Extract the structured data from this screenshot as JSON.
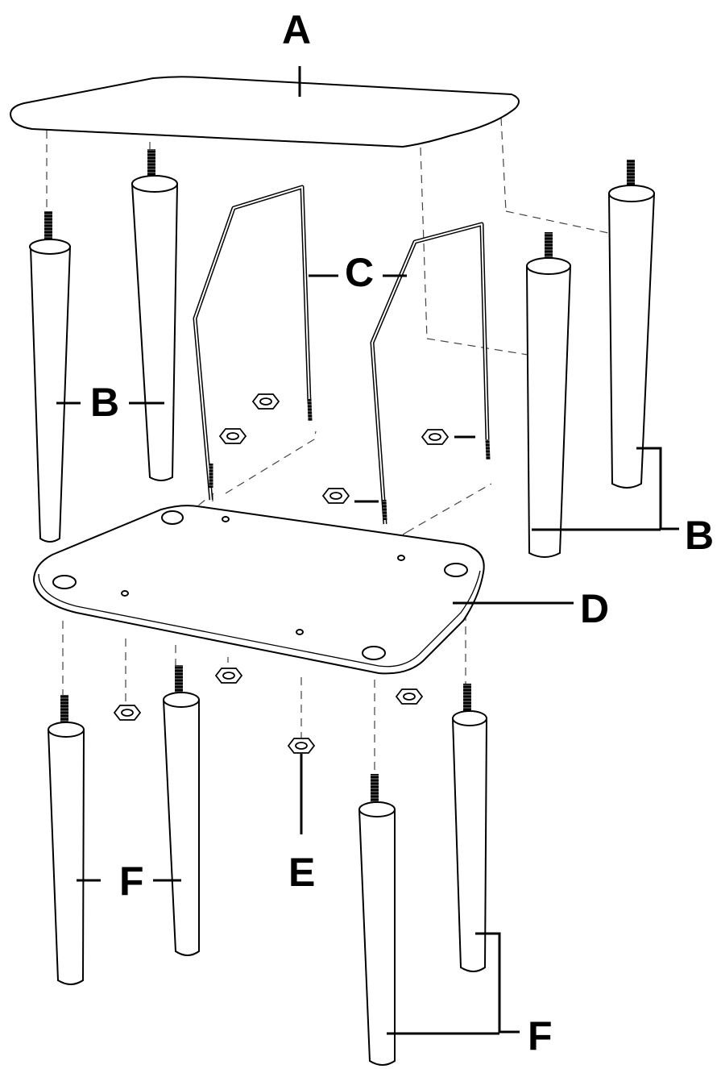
{
  "labels": {
    "a": "A",
    "b_left": "B",
    "c": "C",
    "b_right": "B",
    "d": "D",
    "e": "E",
    "f_left": "F",
    "f_right": "F"
  },
  "colors": {
    "line": "#000000",
    "fill": "#ffffff",
    "hidden_line": "#555555"
  }
}
